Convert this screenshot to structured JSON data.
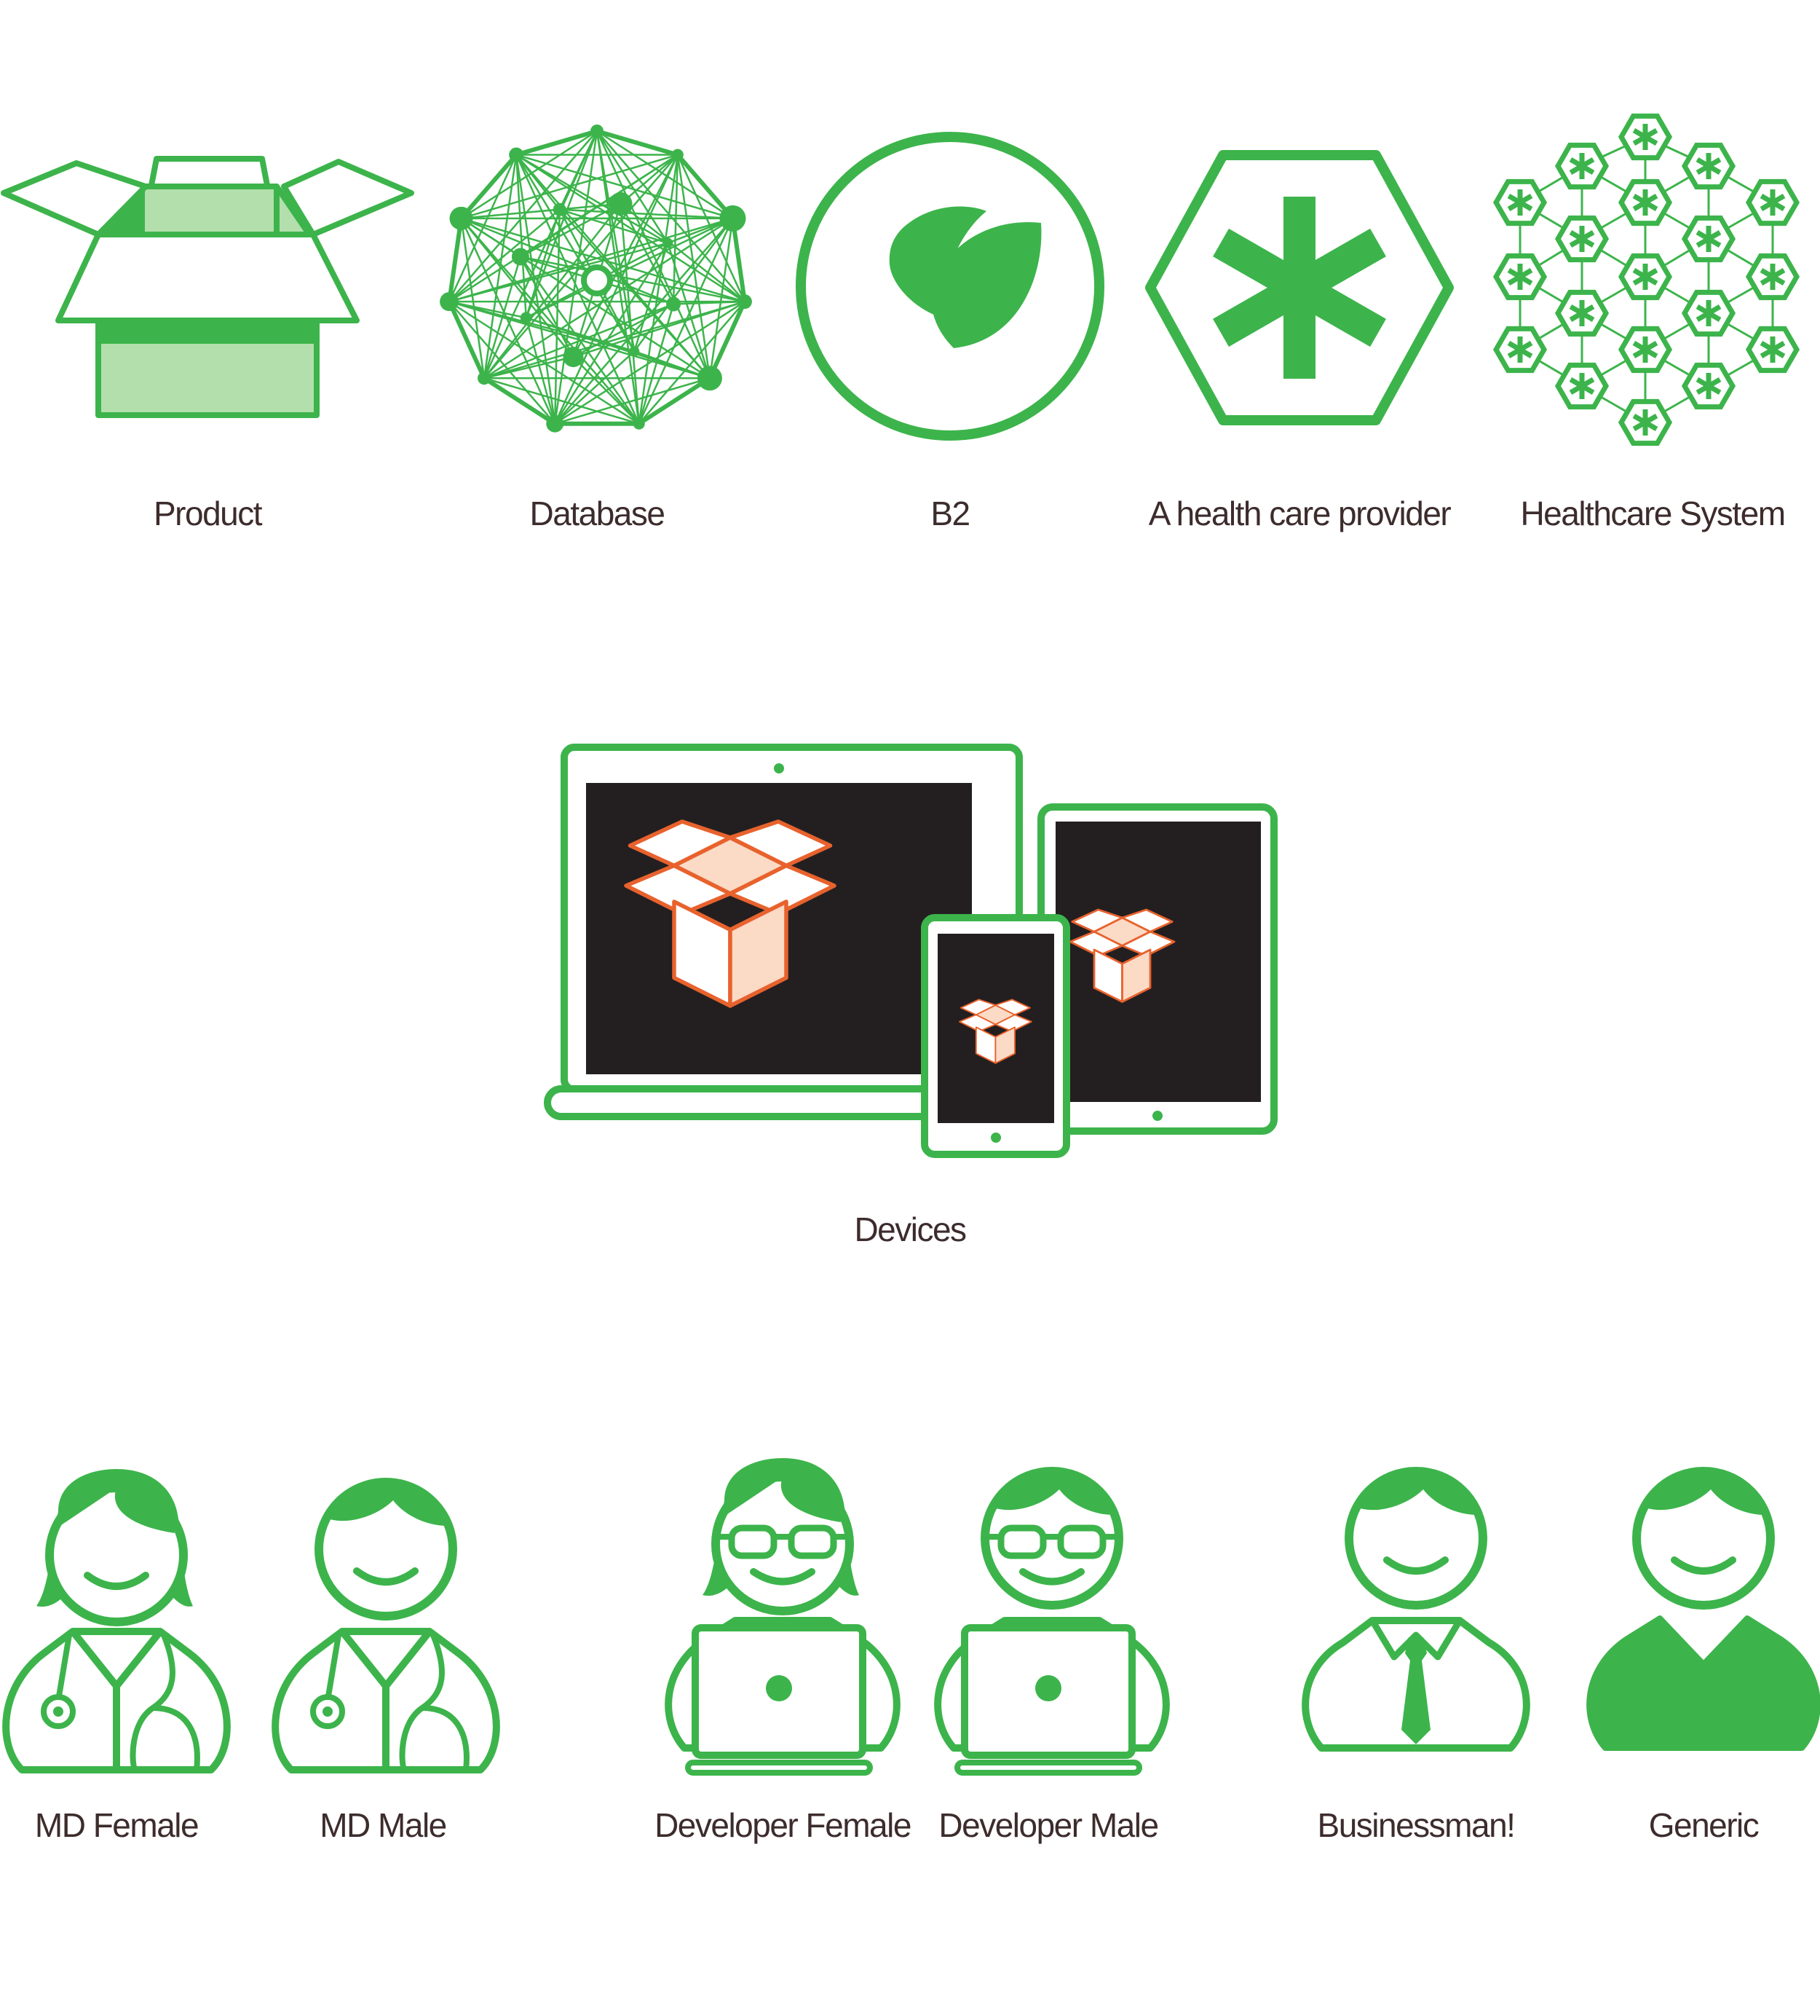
{
  "colors": {
    "green": "#3cb44b",
    "light_green": "#b3dfac",
    "orange": "#e8622d",
    "peach": "#fbdac6",
    "screen": "#231f20",
    "label": "#3d2c2c"
  },
  "icons": [
    {
      "name": "box-icon",
      "label": "Product"
    },
    {
      "name": "network-icon",
      "label": "Database"
    },
    {
      "name": "leaf-circle-icon",
      "label": "B2"
    },
    {
      "name": "asterisk-hexagon-icon",
      "label": "A health care provider"
    },
    {
      "name": "hexagon-grid-icon",
      "label": "Healthcare System"
    },
    {
      "name": "devices-icon",
      "label": "Devices"
    },
    {
      "name": "female-doctor-icon",
      "label": "MD Female"
    },
    {
      "name": "male-doctor-icon",
      "label": "MD Male"
    },
    {
      "name": "female-developer-icon",
      "label": "Developer Female"
    },
    {
      "name": "male-developer-icon",
      "label": "Developer Male"
    },
    {
      "name": "businessman-icon",
      "label": "Businessman!"
    },
    {
      "name": "generic-person-icon",
      "label": "Generic"
    }
  ]
}
